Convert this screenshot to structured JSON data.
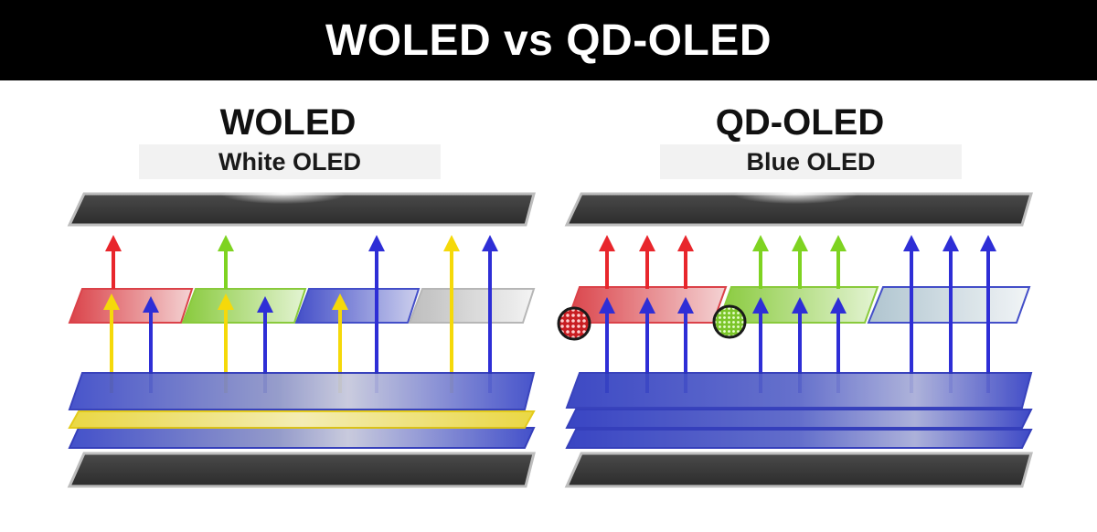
{
  "banner": {
    "title": "WOLED vs QD-OLED"
  },
  "woled": {
    "heading": "WOLED",
    "subtitle": "White OLED"
  },
  "qdoled": {
    "heading": "QD-OLED",
    "subtitle": "Blue OLED"
  },
  "colors": {
    "red": "#e8262c",
    "green": "#7ed321",
    "blue": "#2e2ed6",
    "yellow": "#f5d90a",
    "white": "#d8d8d8",
    "panel_dark": "#3a3a3a",
    "layer_blue": "#3c4fd0",
    "layer_yellow": "#f3e04a"
  }
}
